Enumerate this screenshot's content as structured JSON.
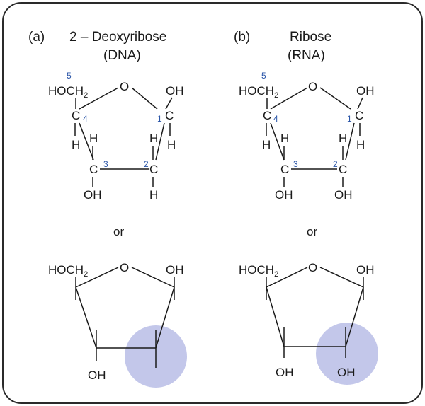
{
  "panel_a": {
    "letter": "(a)",
    "title": "2 – Deoxyribose",
    "subtitle": "(DNA)",
    "atoms": {
      "hoch": "HOCH",
      "sub2": "2",
      "o": "O",
      "oh": "OH",
      "c": "C",
      "h": "H",
      "oh3": "OH",
      "h2": "H"
    },
    "numbers": [
      "5",
      "4",
      "1",
      "3",
      "2"
    ],
    "or": "or",
    "hw": {
      "hoch": "HOCH",
      "sub2": "2",
      "o": "O",
      "oh": "OH",
      "oh3": "OH"
    }
  },
  "panel_b": {
    "letter": "(b)",
    "title": "Ribose",
    "subtitle": "(RNA)",
    "atoms": {
      "hoch": "HOCH",
      "sub2": "2",
      "o": "O",
      "oh": "OH",
      "c": "C",
      "h": "H",
      "oh3": "OH",
      "oh2": "OH"
    },
    "numbers": [
      "5",
      "4",
      "1",
      "3",
      "2"
    ],
    "or": "or",
    "hw": {
      "hoch": "HOCH",
      "sub2": "2",
      "o": "O",
      "oh": "OH",
      "oh3": "OH",
      "oh2": "OH"
    }
  },
  "colors": {
    "frame": "#2a2a2a",
    "text": "#1a1a1a",
    "carbon_number": "#2a55a8",
    "highlight": "#b9bde6"
  }
}
